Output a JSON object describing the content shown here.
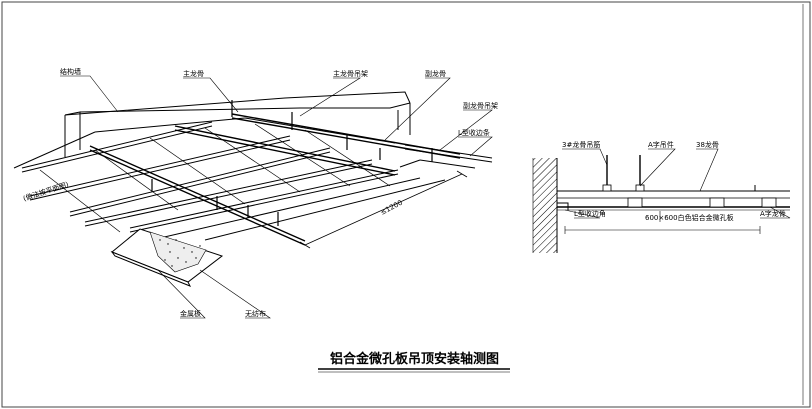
{
  "title": "铝合金微孔板吊顶安装轴测图",
  "axon": {
    "structural_wall": "结构墙",
    "main_keel": "主龙骨",
    "main_keel_hanger": "主龙骨吊架",
    "sub_keel": "副龙骨",
    "sub_keel_hanger": "副龙骨吊架",
    "l_edge_strip": "L型收边条",
    "side_note": "(做法按平面图)",
    "spacing": "≤1200",
    "metal_panel": "金属板",
    "nonwoven": "无纺布"
  },
  "section": {
    "hanger_rod": "3#龙骨吊筋",
    "a_hanger": "A字吊件",
    "keel_38": "38龙骨",
    "l_edge": "L型收边角",
    "panel": "600×600白色铝合金微孔板",
    "a_keel": "A字龙骨"
  }
}
